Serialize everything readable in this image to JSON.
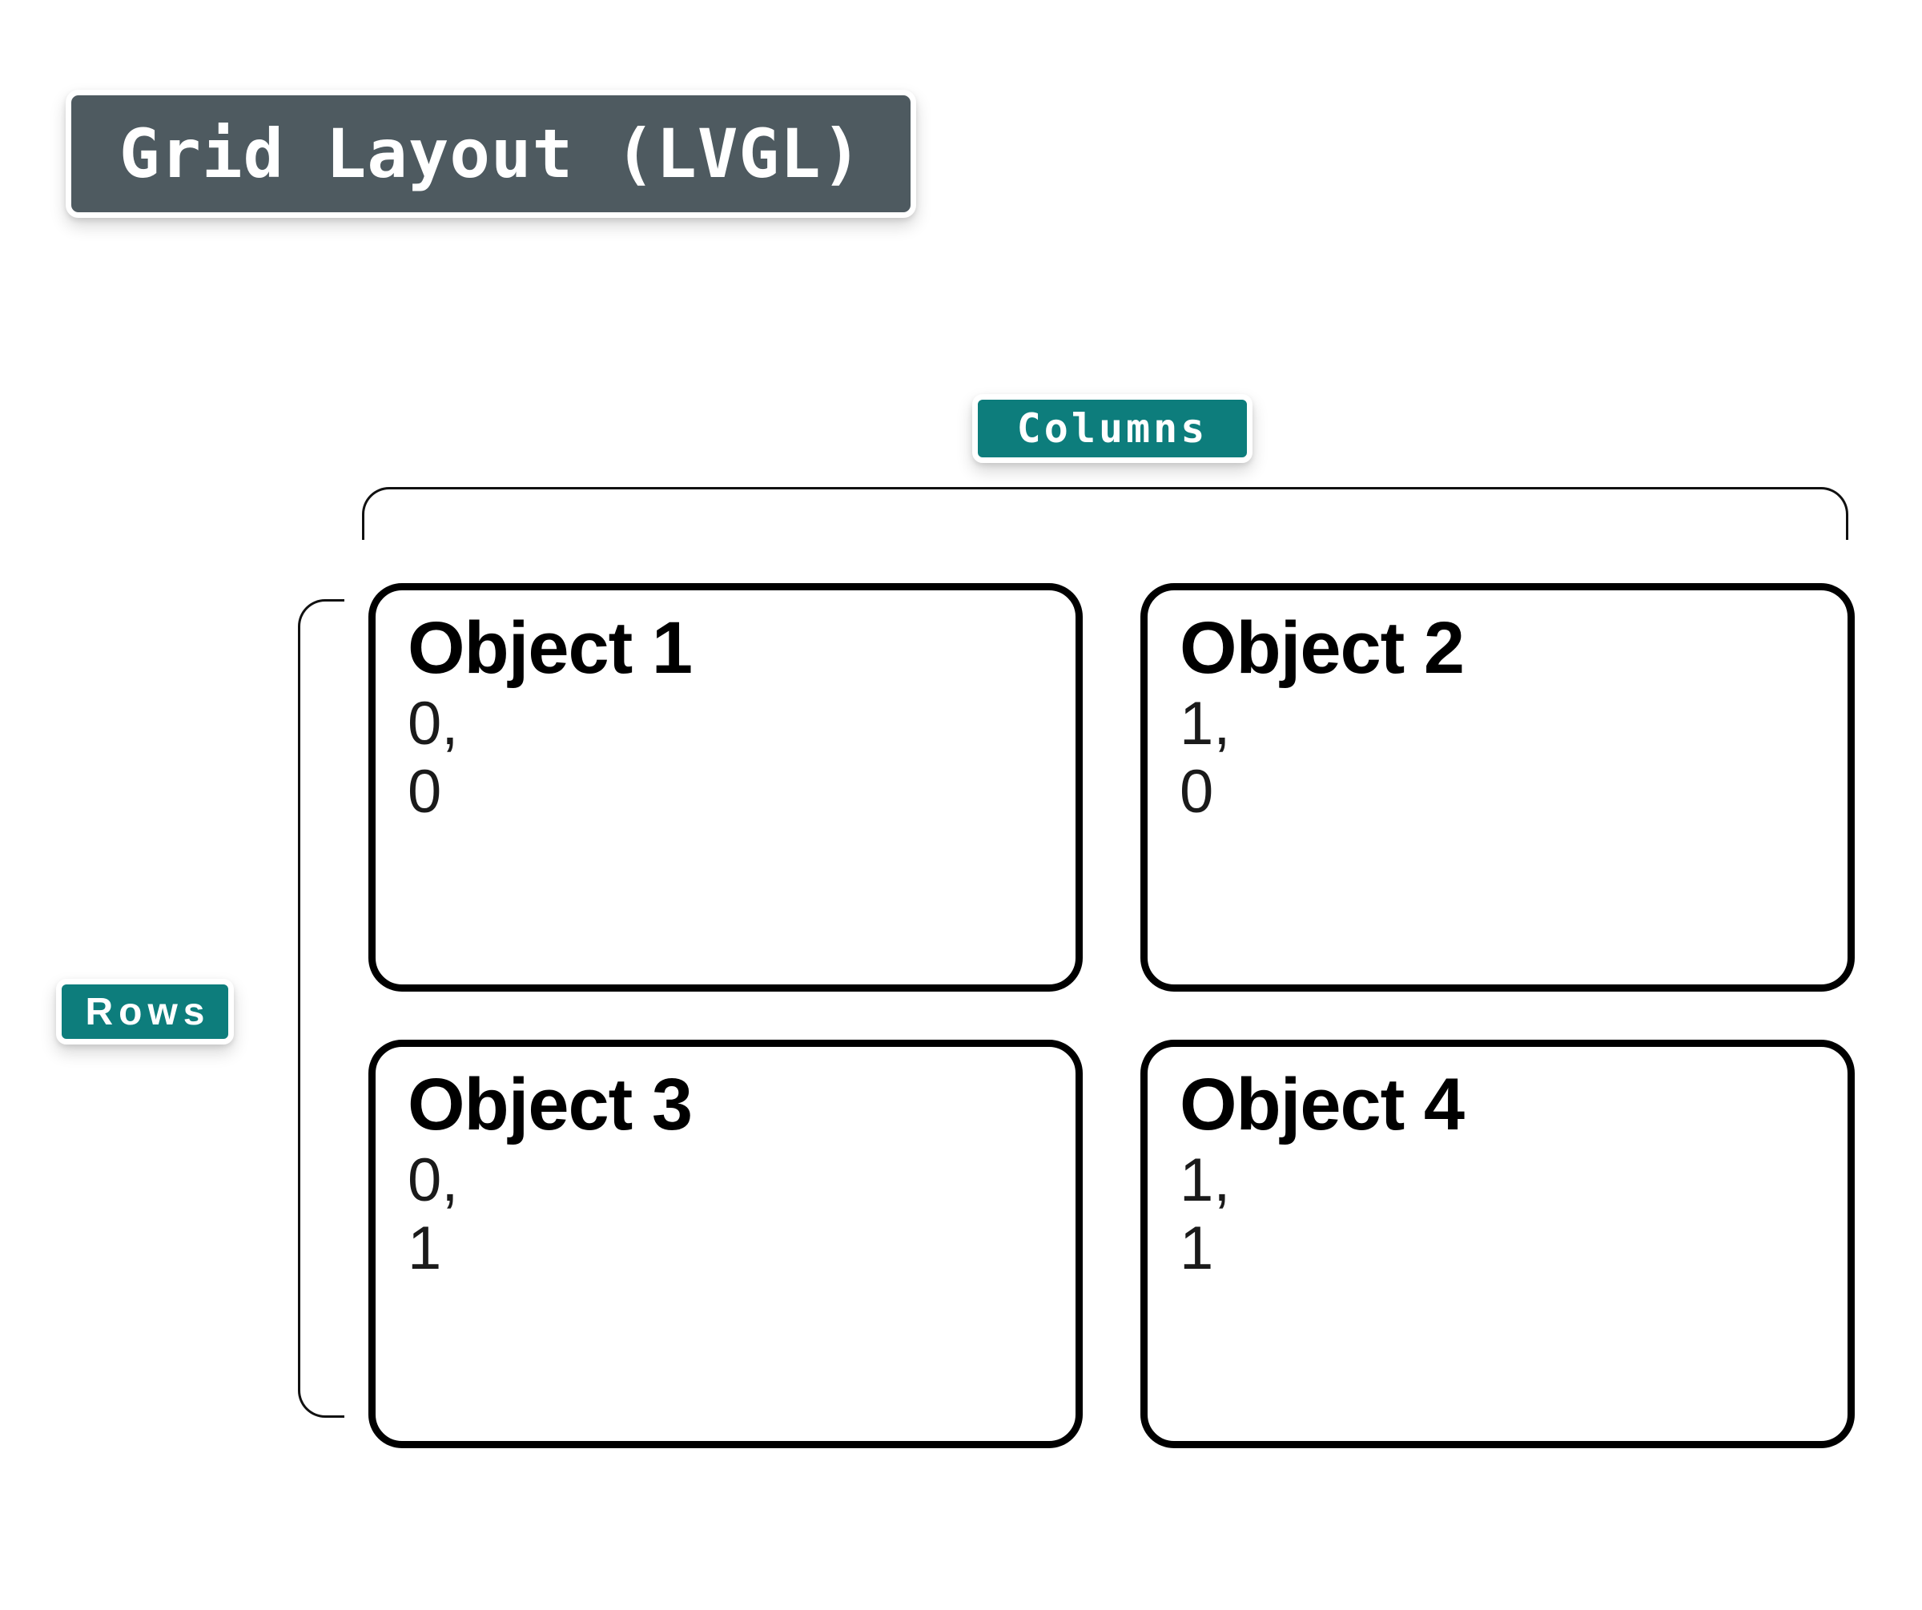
{
  "title": {
    "label": "Grid Layout (LVGL)"
  },
  "axes": {
    "columns_label": "Columns",
    "rows_label": "Rows"
  },
  "colors": {
    "title_badge_bg": "#4e5a60",
    "axis_badge_bg": "#0d7d7c",
    "badge_text": "#ffffff",
    "cell_border": "#000000",
    "bracket": "#111111",
    "page_bg": "#ffffff"
  },
  "grid": {
    "columns": 2,
    "rows": 2,
    "cells": [
      {
        "name": "Object 1",
        "col": "0,",
        "row": "0"
      },
      {
        "name": "Object 2",
        "col": "1,",
        "row": "0"
      },
      {
        "name": "Object 3",
        "col": "0,",
        "row": "1"
      },
      {
        "name": "Object 4",
        "col": "1,",
        "row": "1"
      }
    ]
  }
}
